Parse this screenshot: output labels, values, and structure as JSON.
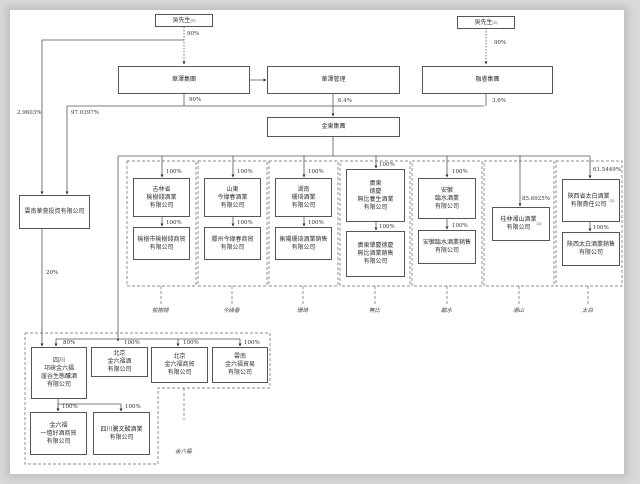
{
  "diagram": {
    "title_nodes": {
      "mr_wu_left": {
        "label": "吳先生",
        "note": "(1)"
      },
      "mr_wu_right": {
        "label": "吳先生",
        "note": "(1)"
      },
      "huaze_group": {
        "label": "華澤集團"
      },
      "huaze_mgmt": {
        "label": "華澤管理"
      },
      "rongrui_group": {
        "label": "融睿集團"
      },
      "jindong_group": {
        "label": "金東集團"
      },
      "yunnan_huahui": {
        "label": "雲南華薈投資有限公司"
      }
    },
    "percentages": {
      "wu_to_huaze": "90%",
      "wu_to_rongrui": "90%",
      "huaze_to_jindong": "90%",
      "mgmt_to_jindong": "6.4%",
      "rongrui_to_jindong": "3.6%",
      "wu_to_yunnan": "2.9603%",
      "huaze_to_yunnan": "97.0397%",
      "yunnan_to_sichuan": "20%"
    },
    "brands": [
      {
        "name": "榆樹錢",
        "parent": "吉林省\n榆樹錢酒業\n有限公司",
        "parent_pct": "100%",
        "child": "榆樹市榆樹錢商貿\n有限公司",
        "child_pct": "100%"
      },
      {
        "name": "今緣春",
        "parent": "山東\n今緣春酒業\n有限公司",
        "parent_pct": "100%",
        "child": "滕州今緣春商貿\n有限公司",
        "child_pct": "100%"
      },
      {
        "name": "珊琦",
        "parent": "湖南\n珊琦酒業\n有限公司",
        "parent_pct": "100%",
        "child": "衡陽珊琦酒業銷售\n有限公司",
        "child_pct": "100%"
      },
      {
        "name": "無比",
        "parent": "廣東\n德慶\n無比養生酒業\n有限公司",
        "parent_pct": "100%",
        "child": "廣東肇慶德慶\n無比酒業銷售\n有限公司",
        "child_pct": "100%"
      },
      {
        "name": "臨水",
        "parent": "安徽\n臨水酒業\n有限公司",
        "parent_pct": "100%",
        "child": "安徽臨水酒業銷售\n有限公司",
        "child_pct": "100%"
      },
      {
        "name": "湘山",
        "parent": "桂林湘山酒業\n有限公司",
        "parent_pct": "85.6925%",
        "parent_note": "(2)"
      },
      {
        "name": "太白",
        "parent": "陝西省太白酒業\n有限責任公司",
        "parent_pct": "61.5449%",
        "parent_note": "(3)",
        "child": "陝西太白酒業銷售\n有限公司",
        "child_pct": "100%"
      }
    ],
    "jinliufu_group": {
      "brand": "金六福",
      "sichuan": {
        "label": "四川\n邛崃金六福\n崖谷生態釀酒\n有限公司",
        "pct": "80%"
      },
      "beijing_wine": {
        "label": "北京\n金六福酒\n有限公司",
        "pct": "100%"
      },
      "beijing_trade": {
        "label": "北京\n金六福商貿\n有限公司",
        "pct": "100%"
      },
      "yunnan_trade": {
        "label": "雲南\n金六福貿易\n有限公司",
        "pct": "100%"
      },
      "yituohao": {
        "label": "金六福\n一壇好酒商貿\n有限公司",
        "pct": "100%"
      },
      "wenjun": {
        "label": "四川騰文酸酒業\n有限公司",
        "pct": "100%"
      }
    }
  }
}
